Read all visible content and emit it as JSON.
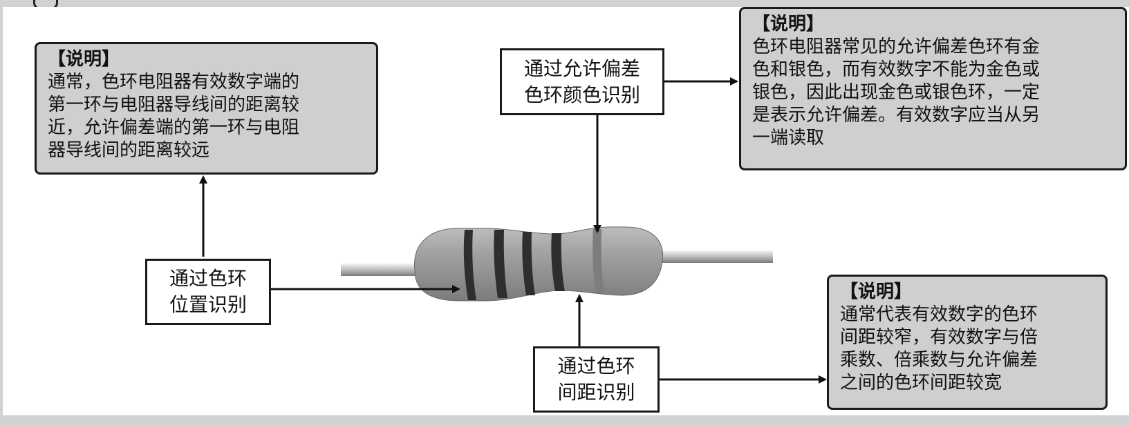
{
  "notes": {
    "left": {
      "title": "【说明】",
      "lines": [
        "通常，色环电阻器有效数字端的",
        "第一环与电阻器导线间的距离较",
        "近，允许偏差端的第一环与电阻",
        "器导线间的距离较远"
      ]
    },
    "top_right": {
      "title": "【说明】",
      "lines": [
        "色环电阻器常见的允许偏差色环有金",
        "色和银色，而有效数字不能为金色或",
        "银色，因此出现金色或银色环，一定",
        "是表示允许偏差。有效数字应当从另",
        "一端读取"
      ]
    },
    "bottom_right": {
      "title": "【说明】",
      "lines": [
        "通常代表有效数字的色环",
        "间距较窄，有效数字与倍",
        "乘数、倍乘数与允许偏差",
        "之间的色环间距较宽"
      ]
    }
  },
  "labels": {
    "position": [
      "通过色环",
      "位置识别"
    ],
    "tolerance": [
      "通过允许偏差",
      "色环颜色识别"
    ],
    "spacing": [
      "通过色环",
      "间距识别"
    ]
  },
  "colors": {
    "note_fill": "#cfcfcf",
    "resistor_body": "#9a9a9a",
    "band": "#2e2e2e",
    "tolerance_band": "#7d7d7d"
  }
}
